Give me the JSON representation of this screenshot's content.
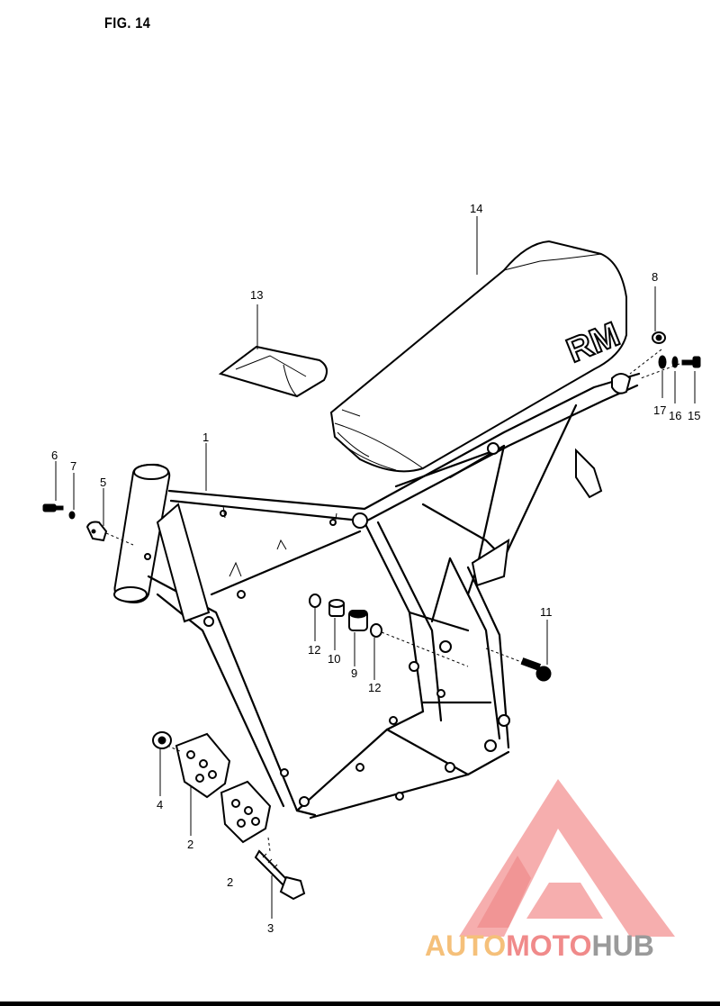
{
  "figure": {
    "title": "FIG. 14"
  },
  "seat": {
    "brand_text": "RM"
  },
  "callouts": [
    {
      "id": "c1",
      "label": "1"
    },
    {
      "id": "c2a",
      "label": "2"
    },
    {
      "id": "c2b",
      "label": "2"
    },
    {
      "id": "c3",
      "label": "3"
    },
    {
      "id": "c4",
      "label": "4"
    },
    {
      "id": "c5",
      "label": "5"
    },
    {
      "id": "c6",
      "label": "6"
    },
    {
      "id": "c7",
      "label": "7"
    },
    {
      "id": "c8",
      "label": "8"
    },
    {
      "id": "c9",
      "label": "9"
    },
    {
      "id": "c10",
      "label": "10"
    },
    {
      "id": "c11",
      "label": "11"
    },
    {
      "id": "c12a",
      "label": "12"
    },
    {
      "id": "c12b",
      "label": "12"
    },
    {
      "id": "c13",
      "label": "13"
    },
    {
      "id": "c14",
      "label": "14"
    },
    {
      "id": "c15",
      "label": "15"
    },
    {
      "id": "c16",
      "label": "16"
    },
    {
      "id": "c17",
      "label": "17"
    }
  ],
  "watermark": {
    "part1": "AUTO",
    "part2": "MOTO",
    "part3": "HUB",
    "colors": {
      "auto": "#f5c07a",
      "moto": "#f08a8a",
      "hub": "#9a9a9a",
      "logo": "#f4a0a0"
    }
  }
}
